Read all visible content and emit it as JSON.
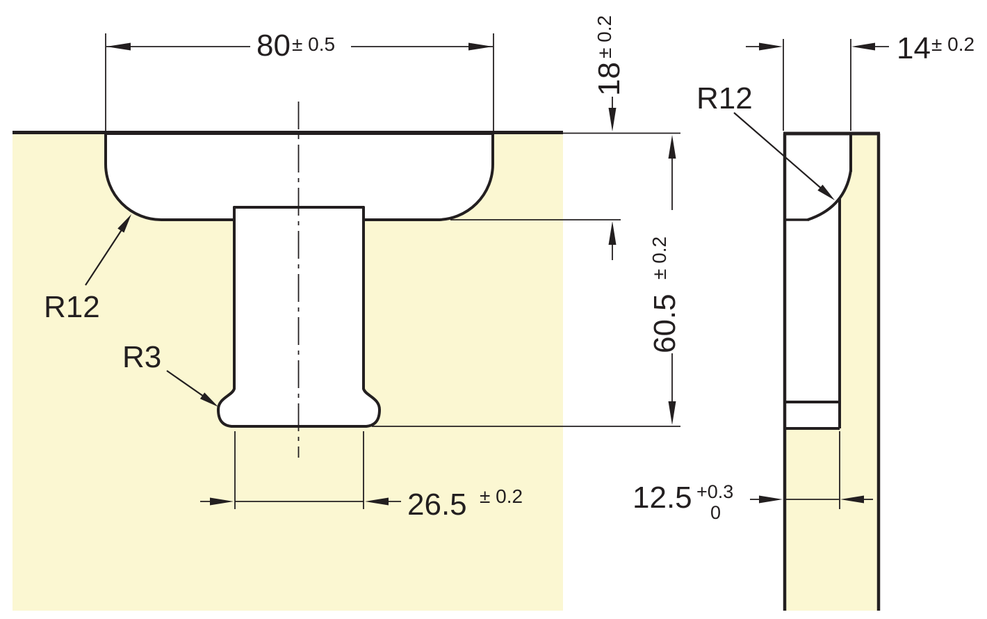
{
  "drawing": {
    "colors": {
      "panel_fill": "#FBF7D2",
      "line": "#231F20",
      "background": "#FFFFFF"
    },
    "dims": {
      "recess_width": {
        "value": "80",
        "tol": "± 0.5"
      },
      "recess_depth": {
        "value": "18",
        "tol": "± 0.2"
      },
      "slot_height": {
        "value": "60.5",
        "tol": "± 0.2"
      },
      "slot_width": {
        "value": "26.5",
        "tol": "± 0.2"
      },
      "panel_thickness": {
        "value": "14",
        "tol": "± 0.2"
      },
      "rout_depth": {
        "value": "12.5",
        "tol_plus": "+0.3",
        "tol_minus": "0"
      },
      "radius_front": "R12",
      "radius_slot": "R3",
      "radius_side": "R12"
    }
  }
}
